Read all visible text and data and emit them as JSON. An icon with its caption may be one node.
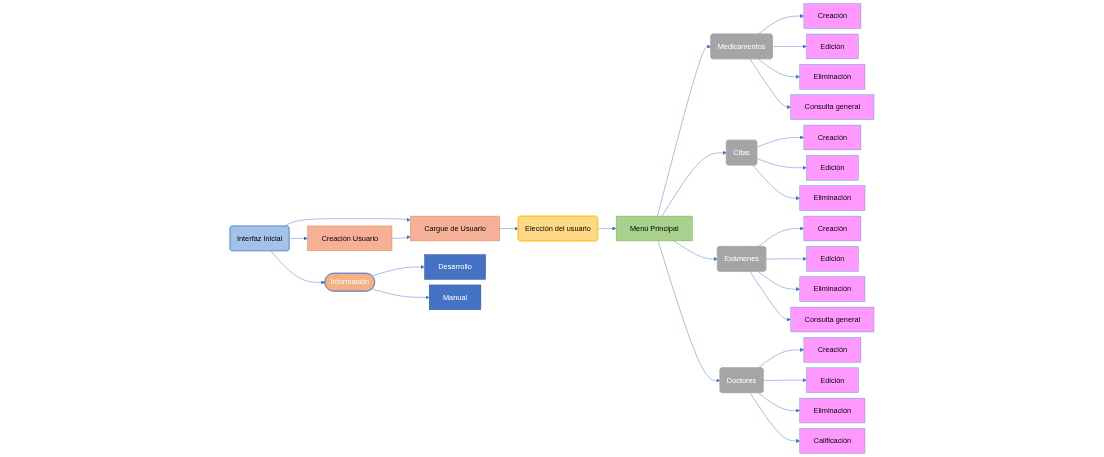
{
  "diagram": {
    "nodes": [
      {
        "text": [
          "Interfaz Inicial"
        ]
      },
      {
        "text": [
          "Creación Usuario"
        ]
      },
      {
        "text": [
          "Cargue de Usuario"
        ]
      },
      {
        "text": [
          "Elección del usuario"
        ]
      },
      {
        "text": [
          "Menú Principal"
        ]
      },
      {
        "text": [
          "Medicamentos"
        ]
      },
      {
        "text": [
          "Creación"
        ]
      },
      {
        "text": [
          "Edición"
        ]
      },
      {
        "text": [
          "Eliminación"
        ]
      },
      {
        "text": [
          "Consulta general"
        ]
      },
      {
        "text": [
          "Citas"
        ]
      },
      {
        "text": [
          "Creación"
        ]
      },
      {
        "text": [
          "Edición"
        ]
      },
      {
        "text": [
          "Eliminación"
        ]
      },
      {
        "text": [
          "Exámenes"
        ]
      },
      {
        "text": [
          "Creación"
        ]
      },
      {
        "text": [
          "Edición"
        ]
      },
      {
        "text": [
          "Eliminación"
        ]
      },
      {
        "text": [
          "Consulta general"
        ]
      },
      {
        "text": [
          "Doctores"
        ]
      },
      {
        "text": [
          "Creación"
        ]
      },
      {
        "text": [
          "Edición"
        ]
      },
      {
        "text": [
          "Eliminación"
        ]
      },
      {
        "text": [
          "Calificación"
        ]
      },
      {
        "text": [
          "Información"
        ]
      },
      {
        "text": [
          "Desarrollo"
        ]
      },
      {
        "text": [
          "Manual"
        ]
      }
    ],
    "edges": [
      {
        "from": 0,
        "to": 1,
        "arrow": "to"
      },
      {
        "from": 0,
        "to": 2,
        "arrow": "to"
      },
      {
        "from": 1,
        "to": 2,
        "arrow": "to"
      },
      {
        "from": 2,
        "to": 3,
        "arrow": "to"
      },
      {
        "from": 3,
        "to": 4,
        "arrow": "to"
      },
      {
        "from": 4,
        "to": 5,
        "arrow": "to"
      },
      {
        "from": 4,
        "to": 10,
        "arrow": "to"
      },
      {
        "from": 4,
        "to": 14,
        "arrow": "to"
      },
      {
        "from": 4,
        "to": 19,
        "arrow": "to"
      },
      {
        "from": 5,
        "to": 6,
        "arrow": "to"
      },
      {
        "from": 5,
        "to": 7,
        "arrow": "to"
      },
      {
        "from": 5,
        "to": 8,
        "arrow": "to"
      },
      {
        "from": 5,
        "to": 9,
        "arrow": "to"
      },
      {
        "from": 10,
        "to": 11,
        "arrow": "to"
      },
      {
        "from": 10,
        "to": 12,
        "arrow": "to"
      },
      {
        "from": 10,
        "to": 13,
        "arrow": "to"
      },
      {
        "from": 14,
        "to": 15,
        "arrow": "to"
      },
      {
        "from": 14,
        "to": 16,
        "arrow": "to"
      },
      {
        "from": 14,
        "to": 17,
        "arrow": "to"
      },
      {
        "from": 14,
        "to": 18,
        "arrow": "to"
      },
      {
        "from": 19,
        "to": 20,
        "arrow": "to"
      },
      {
        "from": 19,
        "to": 21,
        "arrow": "to"
      },
      {
        "from": 19,
        "to": 22,
        "arrow": "to"
      },
      {
        "from": 19,
        "to": 23,
        "arrow": "to"
      },
      {
        "from": 0,
        "to": 24,
        "arrow": "to"
      },
      {
        "from": 24,
        "to": 25,
        "arrow": "to"
      },
      {
        "from": 24,
        "to": 26,
        "arrow": "to"
      }
    ]
  }
}
